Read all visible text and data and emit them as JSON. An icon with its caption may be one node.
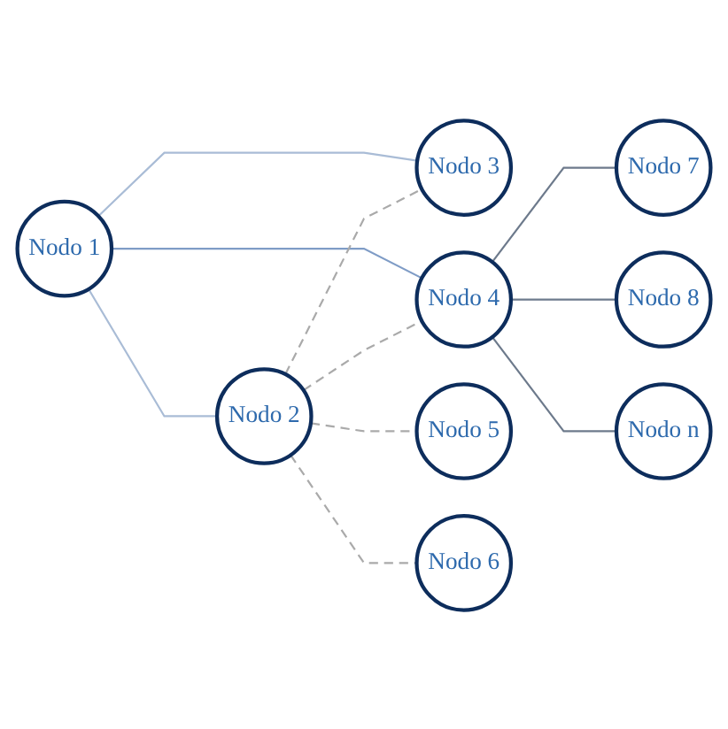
{
  "diagram": {
    "nodes": [
      {
        "text": [
          "Nodo 1"
        ]
      },
      {
        "text": [
          "Nodo 2"
        ]
      },
      {
        "text": [
          "Nodo 3"
        ]
      },
      {
        "text": [
          "Nodo 4"
        ]
      },
      {
        "text": [
          "Nodo 5"
        ]
      },
      {
        "text": [
          "Nodo 6"
        ]
      },
      {
        "text": [
          "Nodo 7"
        ]
      },
      {
        "text": [
          "Nodo 8"
        ]
      },
      {
        "text": [
          "Nodo n"
        ]
      }
    ],
    "edges": [
      {
        "from": 0,
        "to": 1,
        "arrow": "none",
        "color": "#a9bcd6"
      },
      {
        "from": 0,
        "to": 2,
        "arrow": "none",
        "color": "#a9bcd6"
      },
      {
        "from": 0,
        "to": 3,
        "arrow": "none",
        "color": "#7f9cc6"
      },
      {
        "from": 1,
        "to": 2,
        "arrow": "none",
        "style": "dashed"
      },
      {
        "from": 1,
        "to": 3,
        "arrow": "none",
        "style": "dashed"
      },
      {
        "from": 1,
        "to": 4,
        "arrow": "none",
        "style": "dashed"
      },
      {
        "from": 1,
        "to": 5,
        "arrow": "none",
        "style": "dashed"
      },
      {
        "from": 3,
        "to": 6,
        "arrow": "none",
        "color": "#6d7a8c"
      },
      {
        "from": 3,
        "to": 7,
        "arrow": "none",
        "color": "#6d7a8c"
      },
      {
        "from": 3,
        "to": 8,
        "arrow": "none",
        "color": "#6d7a8c"
      }
    ]
  }
}
